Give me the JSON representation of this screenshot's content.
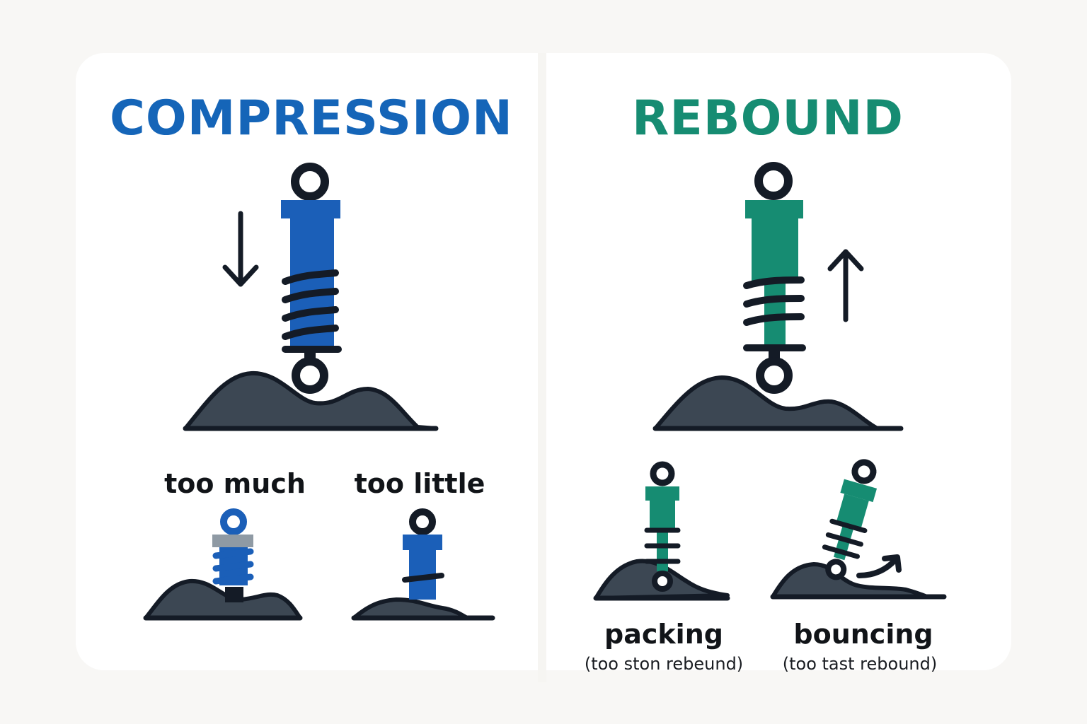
{
  "panels": {
    "compression": {
      "title": "COMPRESSION",
      "color": "#1565b8",
      "labels": {
        "too_much": "too much",
        "too_little": "too little"
      }
    },
    "rebound": {
      "title": "REBOUND",
      "color": "#168c72",
      "labels": {
        "packing": "packing",
        "packing_note": "(too ston rebeund)",
        "bouncing": "bouncing",
        "bouncing_note": "(too tast rebound)"
      }
    }
  },
  "colors": {
    "outline": "#141b26",
    "ground": "#3c4753",
    "blue_body": "#1b5fb8",
    "green_body": "#168c72",
    "grey_cap": "#8f9aa4"
  },
  "icons": [
    "down-arrow-icon",
    "up-arrow-icon",
    "curved-arrow-icon",
    "shock-absorber-icon",
    "bump-icon"
  ]
}
